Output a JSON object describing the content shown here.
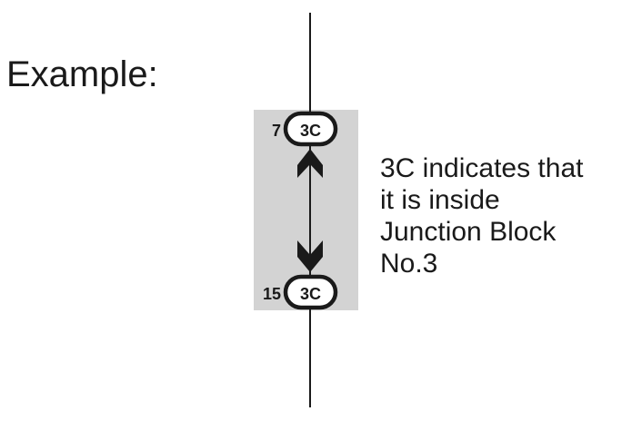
{
  "title": "Example:",
  "connectors": [
    {
      "pin": "7",
      "code": "3C"
    },
    {
      "pin": "15",
      "code": "3C"
    }
  ],
  "description": {
    "lines": [
      "3C indicates that",
      "it is inside",
      "Junction Block",
      "No.3"
    ]
  },
  "colors": {
    "background": "#ffffff",
    "junction_block_fill": "#d3d3d3",
    "line": "#1a1a1a",
    "arrow": "#1a1a1a"
  }
}
